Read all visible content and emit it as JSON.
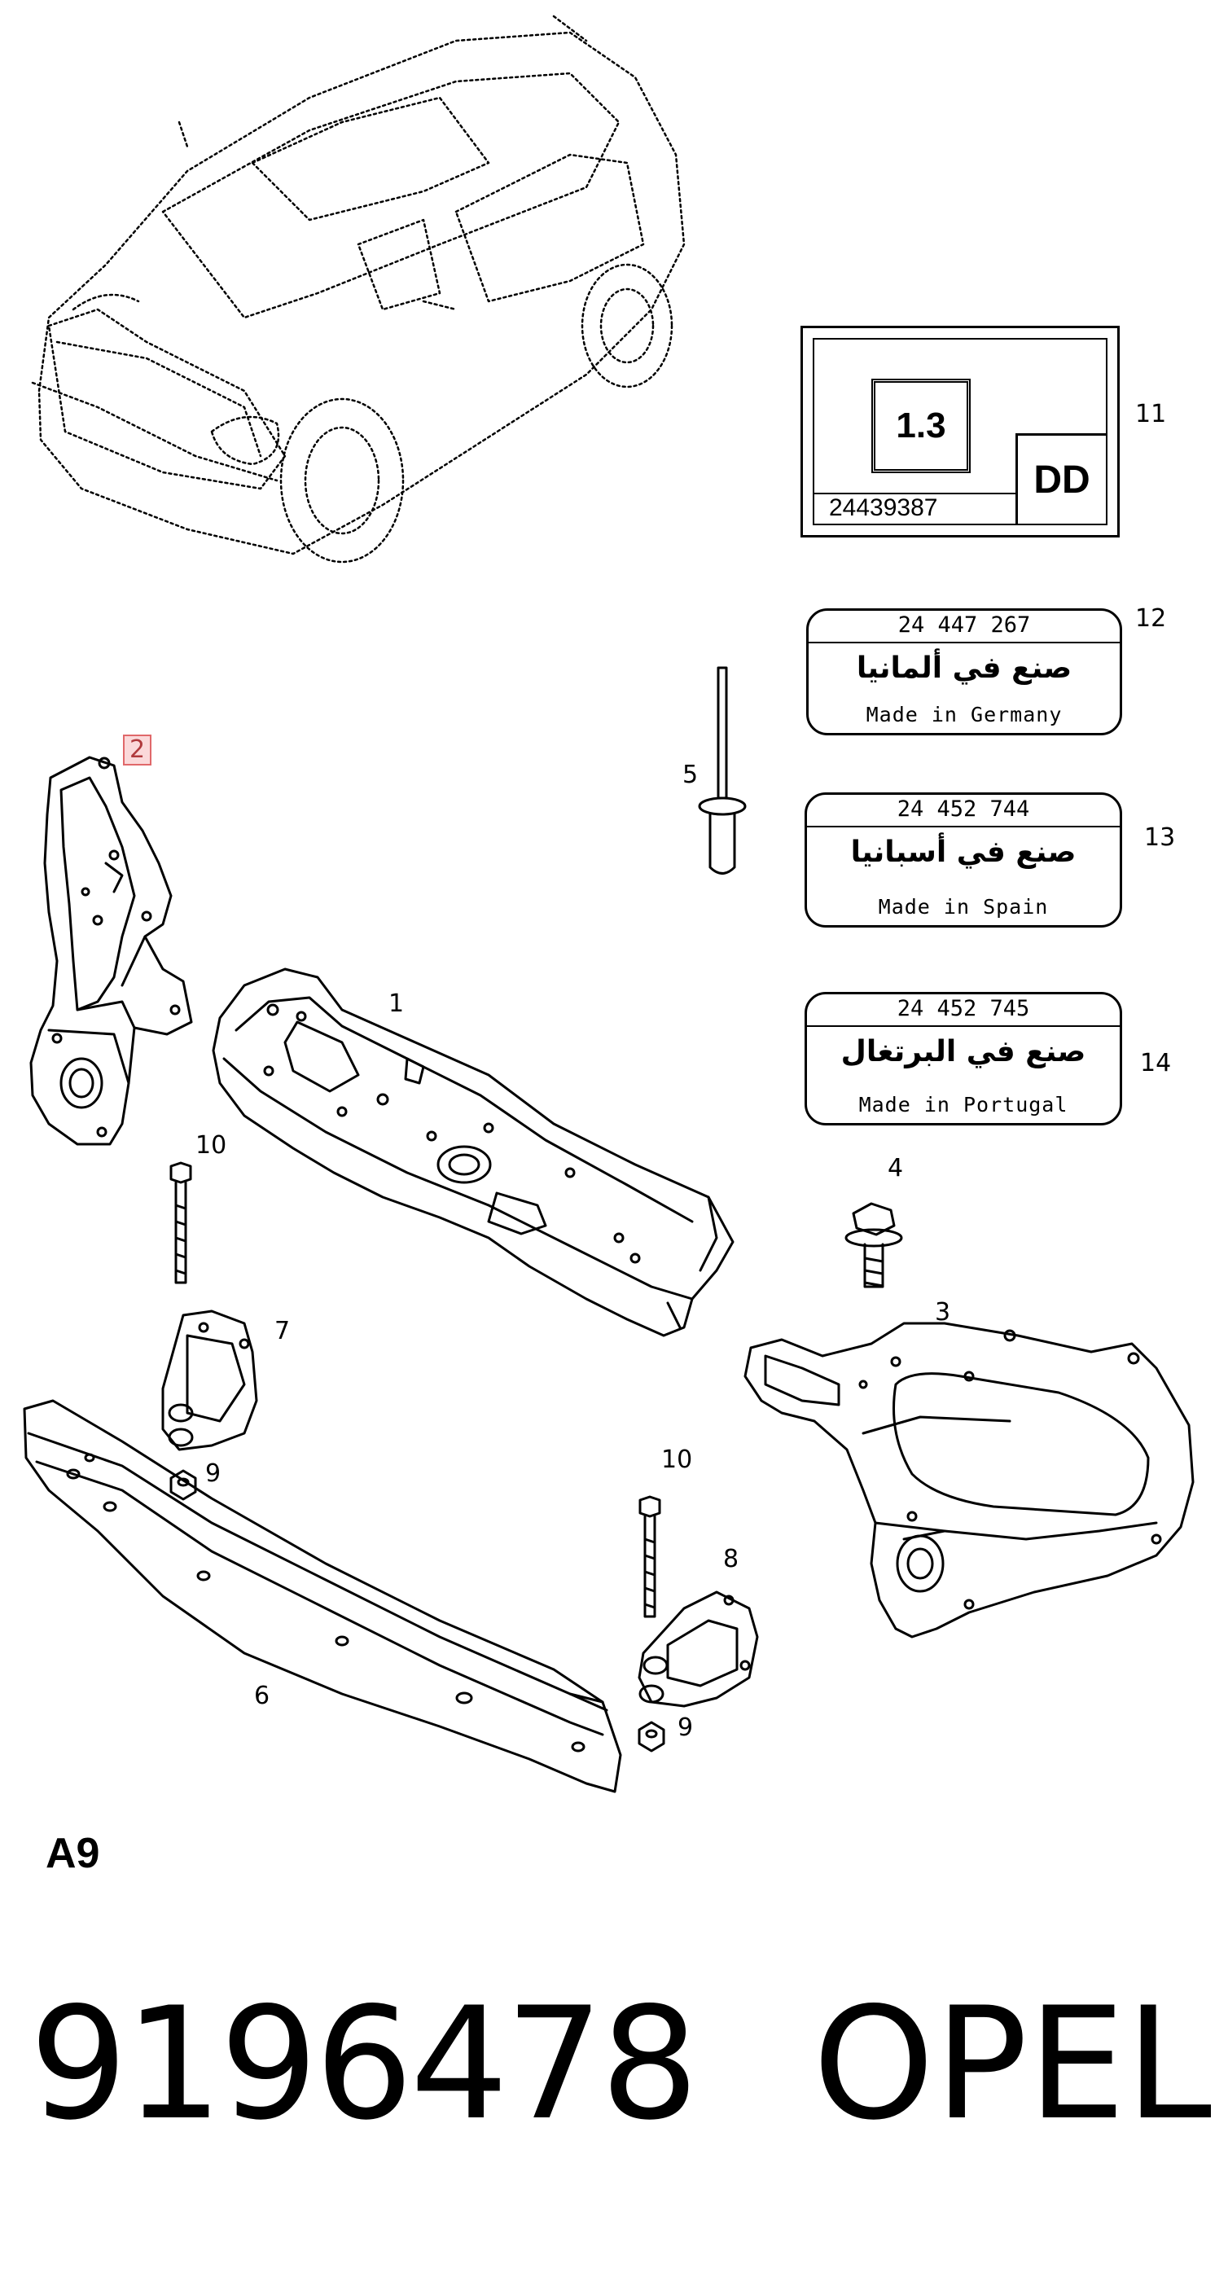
{
  "callouts": {
    "c1": "1",
    "c2": "2",
    "c3": "3",
    "c4": "4",
    "c5": "5",
    "c6": "6",
    "c7": "7",
    "c8": "8",
    "c9a": "9",
    "c9b": "9",
    "c10a": "10",
    "c10b": "10",
    "c11": "11",
    "c12": "12",
    "c13": "13",
    "c14": "14"
  },
  "highlighted_callout": "2",
  "engine_tag": {
    "size": "1.3",
    "code": "DD",
    "part_number": "24439387"
  },
  "origin_labels": [
    {
      "part_number": "24 447 267",
      "arabic": "صنع في ألمانيا",
      "text": "Made in Germany"
    },
    {
      "part_number": "24 452 744",
      "arabic": "صنع في أسبانيا",
      "text": "Made in Spain"
    },
    {
      "part_number": "24 452 745",
      "arabic": "صنع في البرتغال",
      "text": "Made in Portugal"
    }
  ],
  "page_code": "A9",
  "footer": {
    "part_number": "9196478",
    "brand": "OPEL"
  },
  "colors": {
    "line": "#000000",
    "highlight_border": "#e0686a",
    "highlight_fill": "#fbd9da",
    "highlight_text": "#b03a3d"
  }
}
